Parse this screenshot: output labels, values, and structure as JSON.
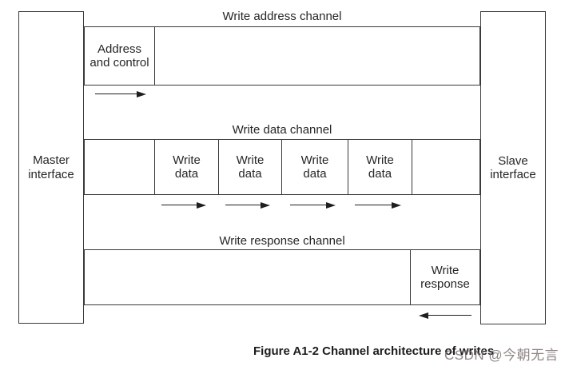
{
  "colors": {
    "background": "#ffffff",
    "line": "#3a3a3a",
    "arrow": "#1f1f1f",
    "text": "#262626",
    "caption_text": "#1c1c1c",
    "watermark_text": "#7d7070"
  },
  "master": {
    "label": "Master\ninterface"
  },
  "slave": {
    "label": "Slave\ninterface"
  },
  "write_address_channel": {
    "title": "Write address channel",
    "box": "Address\nand control",
    "direction": "right"
  },
  "write_data_channel": {
    "title": "Write data channel",
    "boxes": [
      "Write\ndata",
      "Write\ndata",
      "Write\ndata",
      "Write\ndata"
    ],
    "direction": "right"
  },
  "write_response_channel": {
    "title": "Write response channel",
    "box": "Write\nresponse",
    "direction": "left"
  },
  "caption": "Figure A1-2 Channel architecture of writes",
  "watermark": "CSDN @今朝无言"
}
